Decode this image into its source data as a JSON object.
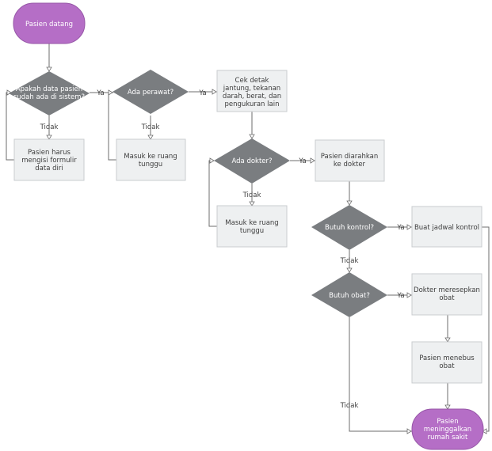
{
  "nodes": {
    "start": "Pasien datang",
    "q_registered": [
      "Apakah data pasien",
      "sudah ada di sistem?"
    ],
    "register": [
      "Pasien harus",
      "mengisi formulir",
      "data diri"
    ],
    "q_nurse": "Ada perawat?",
    "wait1": [
      "Masuk ke ruang",
      "tunggu"
    ],
    "checkup": [
      "Cek detak",
      "jantung, tekanan",
      "darah, berat, dan",
      "pengukuran lain"
    ],
    "q_doctor": "Ada dokter?",
    "wait2": [
      "Masuk ke ruang",
      "tunggu"
    ],
    "to_doctor": [
      "Pasien diarahkan",
      "ke dokter"
    ],
    "q_control": "Butuh kontrol?",
    "schedule": "Buat jadwal kontrol",
    "q_medicine": "Butuh obat?",
    "prescribe": [
      "Dokter meresepkan",
      "obat"
    ],
    "redeem": [
      "Pasien menebus",
      "obat"
    ],
    "end": [
      "Pasien",
      "meninggalkan",
      "rumah sakit"
    ]
  },
  "edge_labels": {
    "yes": "Ya",
    "no": "Tidak"
  }
}
